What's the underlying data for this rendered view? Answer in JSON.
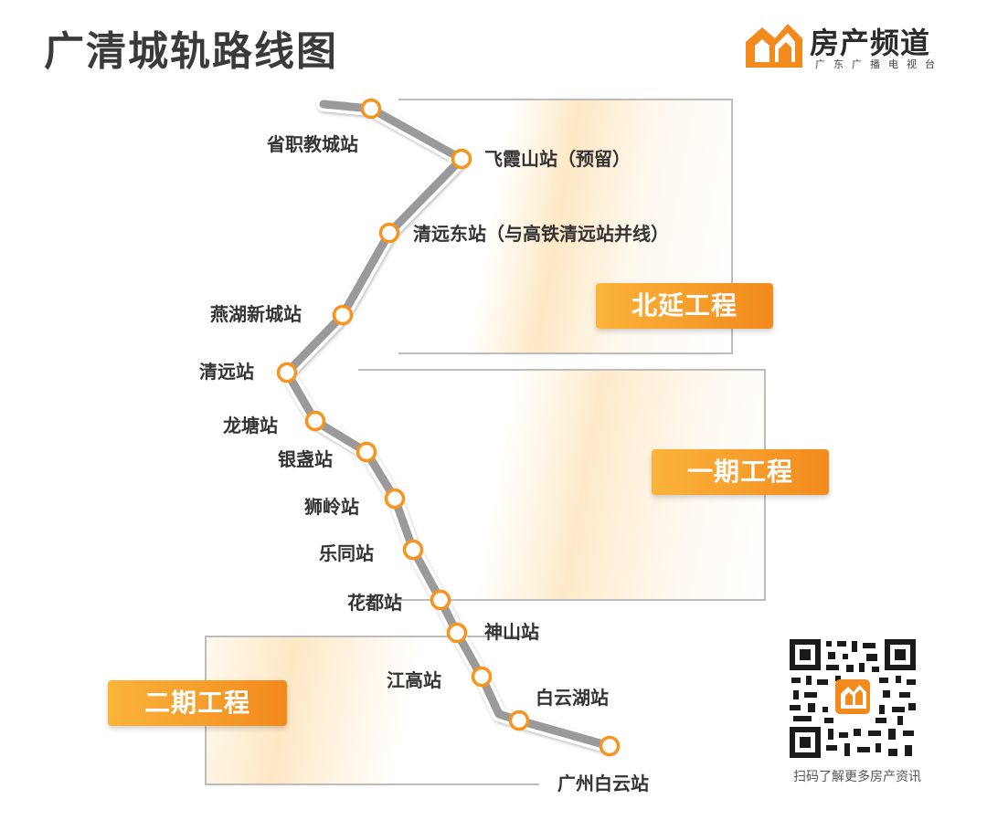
{
  "title": "广清城轨路线图",
  "brand": {
    "name": "房产频道",
    "sub": "广东广播电视台",
    "icon": "house-logo-icon",
    "accent": "#f28a1e"
  },
  "phases": {
    "north": "北延工程",
    "one": "一期工程",
    "two": "二期工程"
  },
  "stations": [
    "省职教城站",
    "飞霞山站（预留）",
    "清远东站（与高铁清远站并线）",
    "燕湖新城站",
    "清远站",
    "龙塘站",
    "银盏站",
    "狮岭站",
    "乐同站",
    "花都站",
    "神山站",
    "江高站",
    "白云湖站",
    "广州白云站"
  ],
  "qr": {
    "caption": "扫码了解更多房产资讯",
    "icon": "qr-code-icon"
  },
  "colors": {
    "line": "#9a9a9a",
    "station_ring": "#f7941d",
    "label_start": "#fbb43a",
    "label_end": "#f28a1e"
  }
}
